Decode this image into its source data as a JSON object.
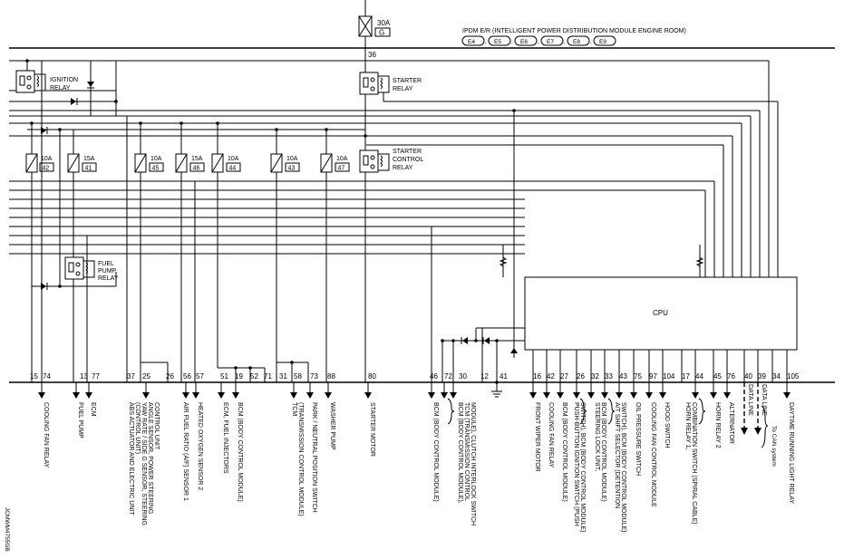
{
  "header": {
    "main_fuse_amp": "30A",
    "main_fuse_id": "G",
    "module_title": "IPDM E/R (INTELLIGENT POWER DISTRIBUTION MODULE ENGINE ROOM)",
    "connectors": [
      "E4",
      "E5",
      "E6",
      "E7",
      "E8",
      "E9"
    ],
    "main_pin": "36"
  },
  "relays": {
    "ignition": [
      "IGNITION",
      "RELAY"
    ],
    "starter": [
      "STARTER",
      "RELAY"
    ],
    "starter_control": [
      "STARTER",
      "CONTROL",
      "RELAY"
    ],
    "fuel_pump": [
      "FUEL",
      "PUMP",
      "RELAY"
    ]
  },
  "fuses": [
    {
      "amp": "10A",
      "id": "42"
    },
    {
      "amp": "15A",
      "id": "41"
    },
    {
      "amp": "10A",
      "id": "45"
    },
    {
      "amp": "15A",
      "id": "46"
    },
    {
      "amp": "10A",
      "id": "44"
    },
    {
      "amp": "10A",
      "id": "43"
    },
    {
      "amp": "10A",
      "id": "47"
    }
  ],
  "cpu_label": "CPU",
  "pins": [
    "15",
    "74",
    "13",
    "77",
    "37",
    "25",
    "26",
    "56",
    "57",
    "51",
    "19",
    "52",
    "71",
    "31",
    "58",
    "73",
    "88",
    "80",
    "46",
    "72",
    "30",
    "12",
    "41",
    "16",
    "42",
    "27",
    "26",
    "32",
    "33",
    "43",
    "75",
    "97",
    "104",
    "17",
    "44",
    "45",
    "76",
    "40",
    "39",
    "34",
    "105"
  ],
  "labels": [
    [
      "COOLING FAN RELAY"
    ],
    [
      "FUEL PUMP"
    ],
    [
      "ECM"
    ],
    [
      "ABS ACTUATOR AND ELECTRIC UNIT",
      "(CONTROL UNIT)",
      "YAW RATE / SIDE G SENSOR, STEERING",
      "ANGLE SENSOR, POWER STEERING",
      "CONTROL UNIT"
    ],
    [
      "AIR FUEL RATIO (A/F) SENSOR 1"
    ],
    [
      "HEATED OXYGEN SENSOR 2"
    ],
    [
      "ECM, FUEL INJECTORS"
    ],
    [
      "BCM (BODY CONTROL MODULE)"
    ],
    [
      "TCM",
      "(TRANSMISSION CONTROL MODULE)"
    ],
    [
      "PARK / NEUTRAL POSITION SWITCH"
    ],
    [
      "WASHER PUMP"
    ],
    [
      "STARTER MOTOR"
    ],
    [
      "BCM (BODY CONTROL MODULE)"
    ],
    [
      "BCM (BODY CONTROL MODULE),",
      "TCM (TRANSMISSION CONTROL",
      "MODULE), CLUTCH INTERLOCK SWITCH"
    ],
    [
      "FRONT WIPER MOTOR"
    ],
    [
      "COOLING FAN RELAY"
    ],
    [
      "BCM (BODY CONTROL MODULE)"
    ],
    [
      "PUSH-BUTTON IGNITION SWITCH (PUSH",
      "SWITCH), BCM (BODY CONTROL MODULE)"
    ],
    [
      "STEERING LOCK UNIT,",
      "BCM (BODY CONTROL MODULE)"
    ],
    [
      "A/T SHIFT SELECTOR (DETENTION",
      "SWITCH), BCM (BODY CONTROL MODULE)"
    ],
    [
      "OIL PRESSURE SWITCH"
    ],
    [
      "COOLING FAN CONTROL MODULE"
    ],
    [
      "HOOD SWITCH"
    ],
    [
      "HORN RELAY 1,",
      "COMBINATION SWITCH (SPIRAL CABLE)"
    ],
    [
      "HORN RELAY 2"
    ],
    [
      "ALTERNATOR"
    ],
    [
      "DATA LINE"
    ],
    [
      "DATA LINE"
    ],
    [
      "To CAN system"
    ],
    [
      "DAYTIME RUNNING LIGHT RELAY"
    ]
  ],
  "side_code": "JCMWM4755GB"
}
